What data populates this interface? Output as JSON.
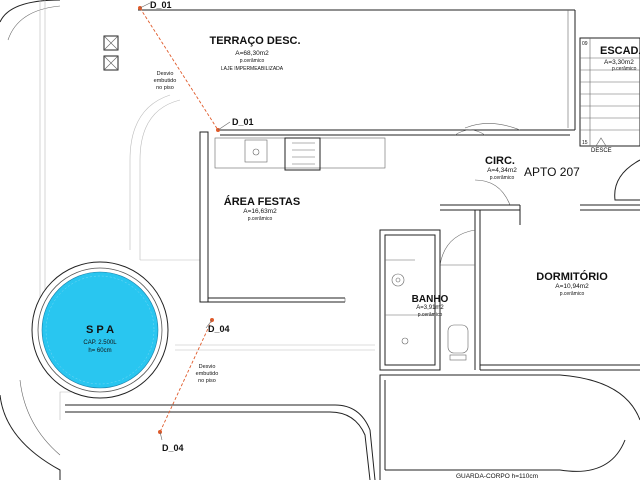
{
  "rooms": {
    "terrace": {
      "name": "TERRAÇO DESC.",
      "area": "A=68,30m2",
      "floor": "p.cerâmico",
      "note": "LAJE IMPERMEABILIZADA"
    },
    "stair": {
      "name": "ESCADA",
      "area": "A=3,30m2",
      "floor": "p.cerâmico",
      "step_top": "09",
      "step_bottom": "15",
      "descend": "DESCE"
    },
    "circ": {
      "name": "CIRC.",
      "area": "A=4,34m2",
      "floor": "p.cerâmico"
    },
    "apartment": {
      "name": "APTO 207"
    },
    "party": {
      "name": "ÁREA FESTAS",
      "area": "A=16,63m2",
      "floor": "p.cerâmico"
    },
    "bedroom": {
      "name": "DORMITÓRIO",
      "area": "A=10,94m2",
      "floor": "p.cerâmico"
    },
    "bath": {
      "name": "BANHO",
      "area": "A=3,91m2",
      "floor": "p.cerâmico"
    },
    "spa": {
      "name": "S P A",
      "capacity": "CAP. 2.500L",
      "depth": "h= 60cm"
    }
  },
  "drains": {
    "top_label": "D_01",
    "mid_label": "D_01",
    "lower_label": "D_04",
    "bottom_label": "D_04",
    "upper_note": [
      "Desvio",
      "embutido",
      "no piso"
    ],
    "lower_note": [
      "Desvio",
      "embutido",
      "no piso"
    ]
  },
  "footer": {
    "guardrail": "GUARDA-CORPO  h=110cm"
  },
  "colors": {
    "spa_fill": "#29c6f0",
    "drain_line": "#e05a2a",
    "walls": "#222222"
  }
}
